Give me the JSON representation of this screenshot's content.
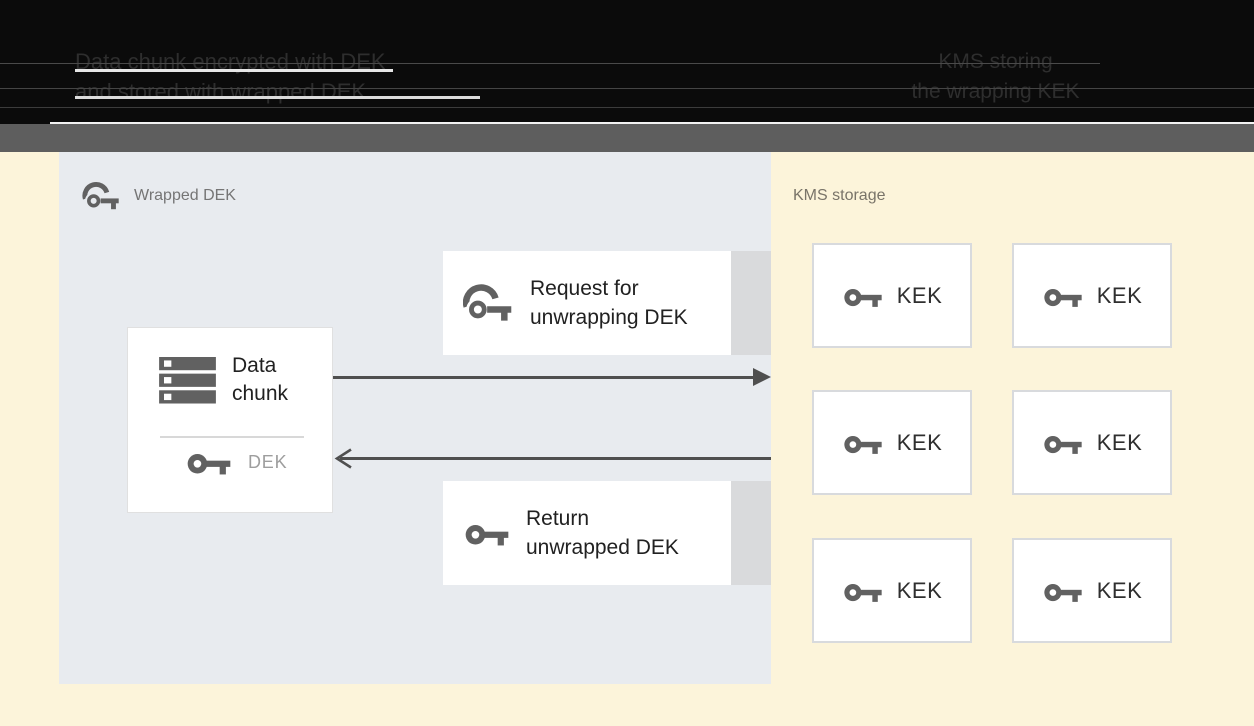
{
  "header": {
    "left_caption": [
      "Data chunk encrypted with DEK",
      "and stored with wrapped DEK"
    ],
    "right_caption": [
      "KMS storing",
      "the wrapping KEK"
    ]
  },
  "wrapped_dek_panel": {
    "label": "Wrapped DEK",
    "data_chunk_box": {
      "title": [
        "Data",
        "chunk"
      ],
      "key_label": "DEK"
    },
    "request_box": [
      "Request for",
      "unwrapping DEK"
    ],
    "return_box": [
      "Return",
      "unwrapped DEK"
    ]
  },
  "kms_panel": {
    "label": "KMS storage",
    "keks": [
      "KEK",
      "KEK",
      "KEK",
      "KEK",
      "KEK",
      "KEK"
    ]
  },
  "colors": {
    "background_cream": "#fcf4da",
    "panel_blue_gray": "#e8ebef",
    "header_black": "#0b0b0b",
    "divider_band_gray": "#5e5e5e",
    "icon_gray": "#616161",
    "arrow_gray": "#4f4f4f",
    "card_white": "#ffffff",
    "card_border_gray": "#d8dadd"
  }
}
